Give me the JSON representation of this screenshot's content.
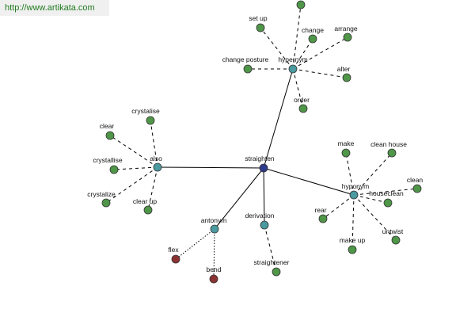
{
  "header": {
    "url": "http://www.artikata.com"
  },
  "graph": {
    "colors": {
      "root": "#2e3a8c",
      "category": "#4a9aa0",
      "leaf": "#4f9648",
      "antonym_leaf": "#8b3232"
    },
    "root": "straighten",
    "hypernym_label": "hypernym",
    "also_label": "also",
    "hyponym_label": "hyponym",
    "antonym_label": "antonym",
    "derivation_label": "derivation",
    "hypernym_leaves": [
      "set up",
      "change",
      "arrange",
      "change posture",
      "alter",
      "order"
    ],
    "also_leaves": [
      "crystalise",
      "clear",
      "crystallise",
      "crystalize",
      "clear up"
    ],
    "hyponym_leaves": [
      "make",
      "clean house",
      "clean",
      "houseclean",
      "rear",
      "make up",
      "untwist"
    ],
    "antonym_leaves": [
      "flex",
      "bend"
    ],
    "derivation_leaves": [
      "straightener"
    ]
  }
}
